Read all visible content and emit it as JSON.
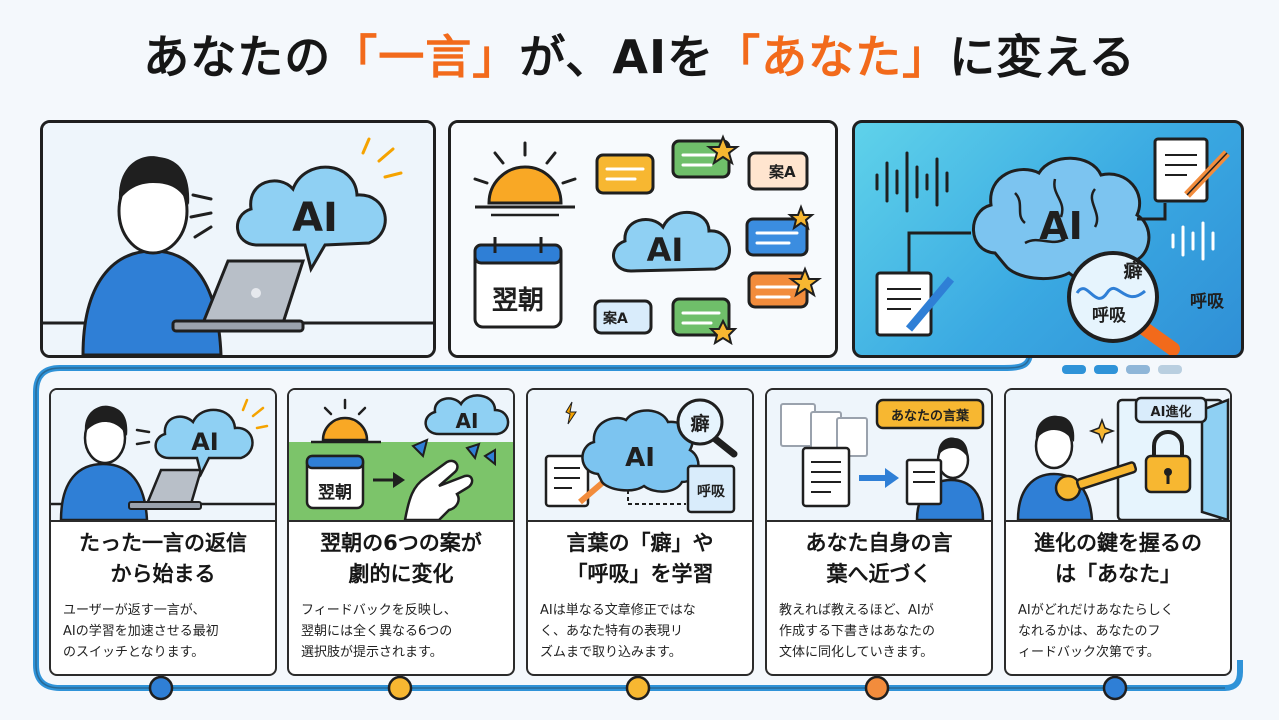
{
  "title": {
    "part1": "あなたの",
    "hl1": "「一言」",
    "part2": "が、AIを",
    "hl2": "「あなた」",
    "part3": "に変える"
  },
  "top_panels": {
    "p1": {
      "cloud_label": "AI"
    },
    "p2": {
      "calendar_label": "翌朝",
      "cloud_label": "AI",
      "draft_label_1": "案A",
      "draft_label_2": "案A"
    },
    "p3": {
      "brain_label": "AI",
      "lens_label_1": "癖",
      "lens_label_2": "呼吸",
      "side_label": "呼吸"
    }
  },
  "steps": [
    {
      "art_label": "AI",
      "heading_1": "たった一言の返信",
      "heading_2": "から始まる",
      "body_1": "ユーザーが返す一言が、",
      "body_2": "AIの学習を加速させる最初",
      "body_3": "のスイッチとなります。"
    },
    {
      "art_label": "AI",
      "art_label_2": "翌朝",
      "heading_1": "翌朝の6つの案が",
      "heading_2": "劇的に変化",
      "body_1": "フィードバックを反映し、",
      "body_2": "翌朝には全く異なる6つの",
      "body_3": "選択肢が提示されます。"
    },
    {
      "art_label": "AI",
      "art_label_2": "癖",
      "art_label_3": "呼吸",
      "heading_1": "言葉の「癖」や",
      "heading_2": "「呼吸」を学習",
      "body_1": "AIは単なる文章修正ではな",
      "body_2": "く、あなた特有の表現リ",
      "body_3": "ズムまで取り込みます。"
    },
    {
      "art_label": "あなたの言葉",
      "heading_1": "あなた自身の言",
      "heading_2": "葉へ近づく",
      "body_1": "教えれば教えるほど、AIが",
      "body_2": "作成する下書きはあなたの",
      "body_3": "文体に同化していきます。"
    },
    {
      "art_label": "AI進化",
      "heading_1": "進化の鍵を握るの",
      "heading_2": "は「あなた」",
      "body_1": "AIがどれだけあなたらしく",
      "body_2": "なれるかは、あなたのフ",
      "body_3": "ィードバック次第です。"
    }
  ],
  "colors": {
    "accent": "#f26a1b",
    "blue": "#2f7fd6",
    "line": "#2f93d8",
    "ink": "#1f1f1f"
  }
}
